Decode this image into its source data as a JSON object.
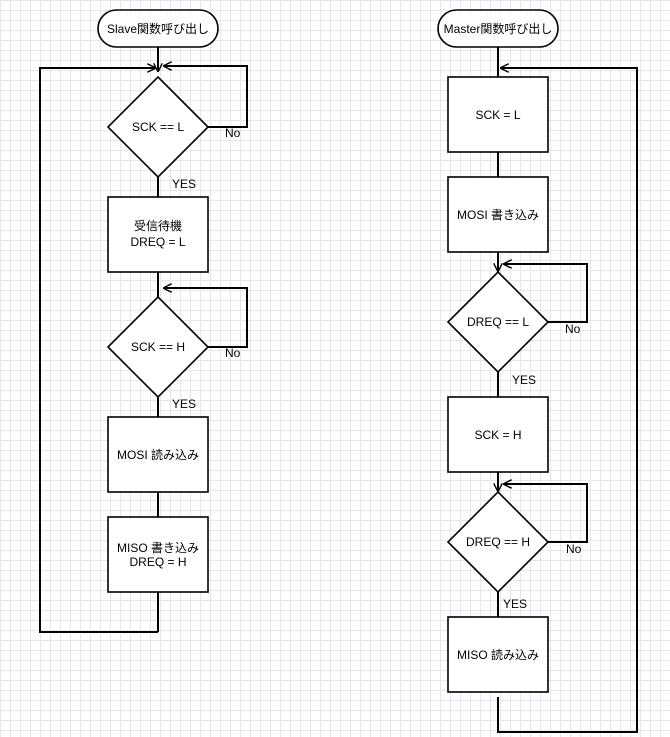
{
  "slave": {
    "start": "Slave関数呼び出し",
    "check_sck_low": "SCK == L",
    "wait_line1": "受信待機",
    "wait_line2": "DREQ = L",
    "check_sck_high": "SCK == H",
    "read_mosi": "MOSI  読み込み",
    "write_miso_line1": "MISO 書き込み",
    "write_miso_line2": "DREQ = H",
    "no_label_1": "No",
    "yes_label_1": "YES",
    "no_label_2": "No",
    "yes_label_2": "YES"
  },
  "master": {
    "start": "Master関数呼び出し",
    "set_sck_low": "SCK = L",
    "write_mosi": "MOSI 書き込み",
    "check_dreq_low": "DREQ == L",
    "set_sck_high": "SCK = H",
    "check_dreq_high": "DREQ == H",
    "read_miso": "MISO 読み込み",
    "no_label_1": "No",
    "yes_label_1": "YES",
    "no_label_2": "No",
    "yes_label_2": "YES"
  }
}
